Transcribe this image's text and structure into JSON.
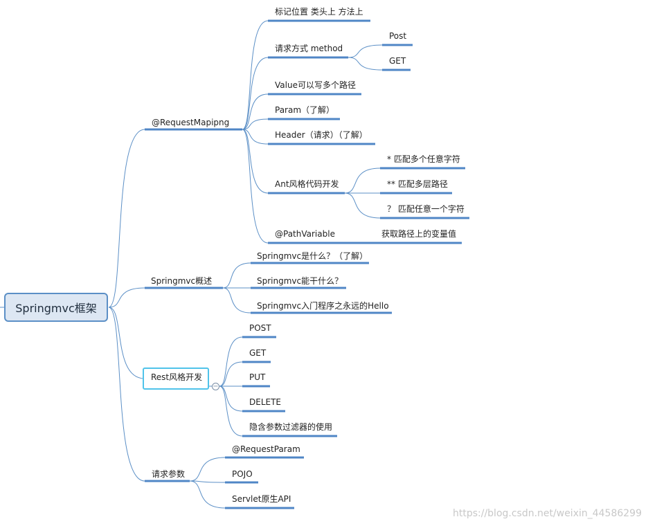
{
  "root": {
    "label": "Springmvc框架"
  },
  "branches": [
    {
      "label": "@RequestMapipng",
      "children": [
        {
          "label": "标记位置 类头上  方法上",
          "children": []
        },
        {
          "label": "请求方式 method",
          "children": [
            {
              "label": "Post"
            },
            {
              "label": "GET"
            }
          ]
        },
        {
          "label": "Value可以写多个路径",
          "children": []
        },
        {
          "label": "Param（了解）",
          "children": []
        },
        {
          "label": "Header（请求）（了解）",
          "children": []
        },
        {
          "label": "Ant风格代码开发",
          "children": [
            {
              "label": "* 匹配多个任意字符"
            },
            {
              "label": "** 匹配多层路径"
            },
            {
              "label": "？ 匹配任意一个字符"
            }
          ]
        },
        {
          "label": "@PathVariable",
          "children": [
            {
              "label": "获取路径上的变量值"
            }
          ]
        }
      ]
    },
    {
      "label": "Springmvc概述",
      "children": [
        {
          "label": "Springmvc是什么？（了解）",
          "children": []
        },
        {
          "label": "Springmvc能干什么？",
          "children": []
        },
        {
          "label": "Springmvc入门程序之永远的Hello",
          "children": []
        }
      ]
    },
    {
      "label": "Rest风格开发",
      "selected": true,
      "collapse_symbol": "−",
      "children": [
        {
          "label": "POST",
          "children": []
        },
        {
          "label": "GET",
          "children": []
        },
        {
          "label": "PUT",
          "children": []
        },
        {
          "label": "DELETE",
          "children": []
        },
        {
          "label": "隐含参数过滤器的使用",
          "children": []
        }
      ]
    },
    {
      "label": "请求参数",
      "children": [
        {
          "label": "@RequestParam",
          "children": []
        },
        {
          "label": "POJO",
          "children": []
        },
        {
          "label": "Servlet原生API",
          "children": []
        }
      ]
    }
  ],
  "watermark": "https://blog.csdn.net/weixin_44586299"
}
